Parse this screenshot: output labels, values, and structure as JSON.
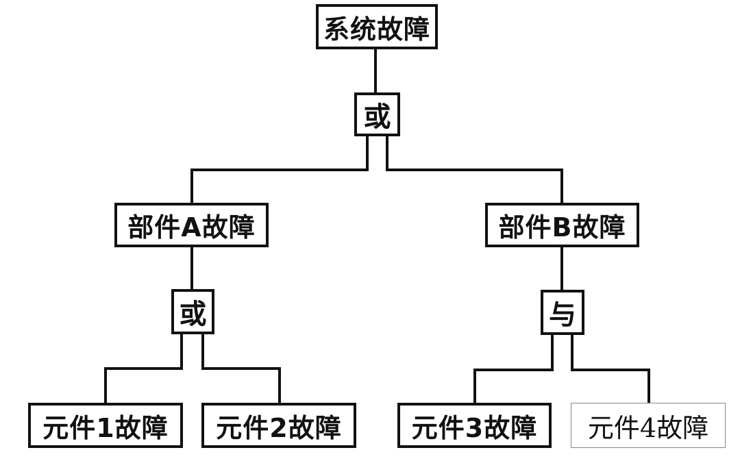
{
  "top_event": {
    "label": "系统故障"
  },
  "top_gate": {
    "label": "或"
  },
  "component_a": {
    "label": "部件A故障"
  },
  "component_b": {
    "label": "部件B故障"
  },
  "gate_a": {
    "label": "或"
  },
  "gate_b": {
    "label": "与"
  },
  "elements": [
    {
      "label": "元件1故障"
    },
    {
      "label": "元件2故障"
    },
    {
      "label": "元件3故障"
    },
    {
      "label": "元件4故障"
    }
  ]
}
